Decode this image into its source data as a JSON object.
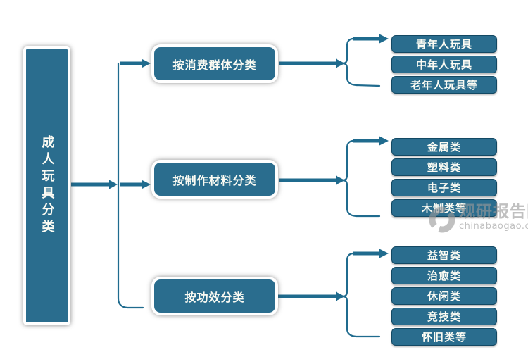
{
  "root": {
    "label": "成人玩具分类"
  },
  "branches": [
    {
      "label": "按消费群体分类",
      "items": [
        "青年人玩具",
        "中年人玩具",
        "老年人玩具等"
      ]
    },
    {
      "label": "按制作材料分类",
      "items": [
        "金属类",
        "塑料类",
        "电子类",
        "木制类等"
      ]
    },
    {
      "label": "按功效分类",
      "items": [
        "益智类",
        "治愈类",
        "休闲类",
        "竞技类",
        "怀旧类等"
      ]
    }
  ],
  "watermark": {
    "logo_icon": "swirl-logo-icon",
    "site_name": "观研报告网",
    "site_url": "chinabaogao.com"
  },
  "colors": {
    "box_fill": "#2a6d8e",
    "connector": "#1f6b8e",
    "box_text": "#fbfbf3",
    "watermark_gray": "#9a9a9a",
    "background": "#ffffff"
  }
}
